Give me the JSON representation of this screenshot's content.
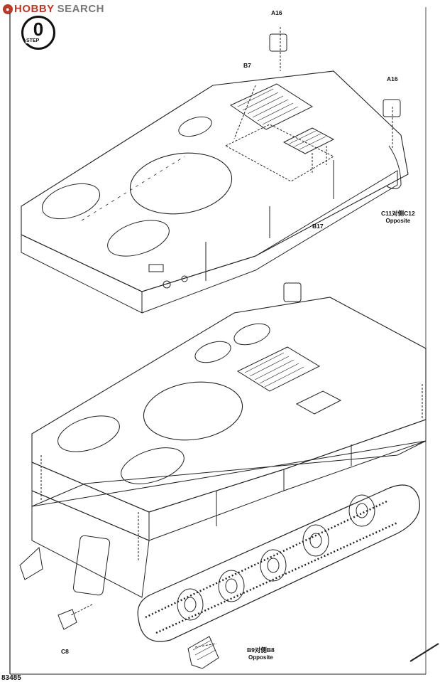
{
  "watermark": {
    "brand": "HOBBY",
    "suffix": "SEARCH"
  },
  "step": {
    "number": "0",
    "label": "STEP"
  },
  "callouts": {
    "a16_top": "A16",
    "b7": "B7",
    "a16_right": "A16",
    "b17": "B17",
    "c11_c12": "C11对侧C12",
    "c11_opposite": "Opposite",
    "c8": "C8",
    "b9_b8": "B9对侧B8",
    "b9_opposite": "Opposite"
  },
  "page_number": "83485",
  "colors": {
    "line": "#222222",
    "brand": "#b83b2a"
  }
}
